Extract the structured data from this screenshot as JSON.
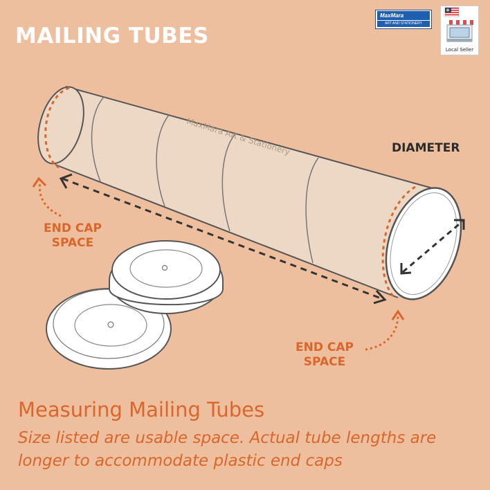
{
  "title": "MAILING TUBES",
  "brand": {
    "logo_text": "MaxMara",
    "logo_sub": "ART AND STATIONERY",
    "flag_icon": "malaysia-flag-icon",
    "seller_badge": "Local Seller"
  },
  "diagram": {
    "watermark": "MaxMara Art & Stationery",
    "diameter_label": "DIAMETER",
    "end_cap_left": [
      "END CAP",
      "SPACE"
    ],
    "end_cap_right": [
      "END CAP",
      "SPACE"
    ]
  },
  "caption": {
    "heading": "Measuring Mailing Tubes",
    "description": "Size listed are usable space. Actual tube  lengths are longer to accommodate plastic end caps"
  },
  "colors": {
    "background": "#edbf9f",
    "accent": "#d9662a",
    "tube": "#ecd8c4"
  }
}
